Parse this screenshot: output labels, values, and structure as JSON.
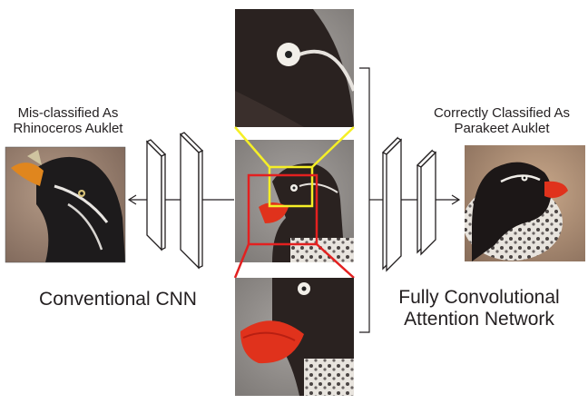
{
  "left_caption": {
    "line1": "Mis-classified As",
    "line2": "Rhinoceros Auklet"
  },
  "right_caption": {
    "line1": "Correctly Classified As",
    "line2": "Parakeet Auklet"
  },
  "cnn_label": "Conventional CNN",
  "fcan_label": {
    "line1": "Fully Convolutional",
    "line2": "Attention Network"
  },
  "colors": {
    "yellow_box": "#f5ef27",
    "red_box": "#e32020",
    "line": "#231f20",
    "bird_body": "#1f1a1a",
    "bird_beak_red": "#e0321c",
    "bird_beak_orange": "#e07a1c",
    "background_grey": "#8f8b88"
  },
  "icons": [
    "left-arrow-icon",
    "right-arrow-icon",
    "layer-panel-icon"
  ]
}
